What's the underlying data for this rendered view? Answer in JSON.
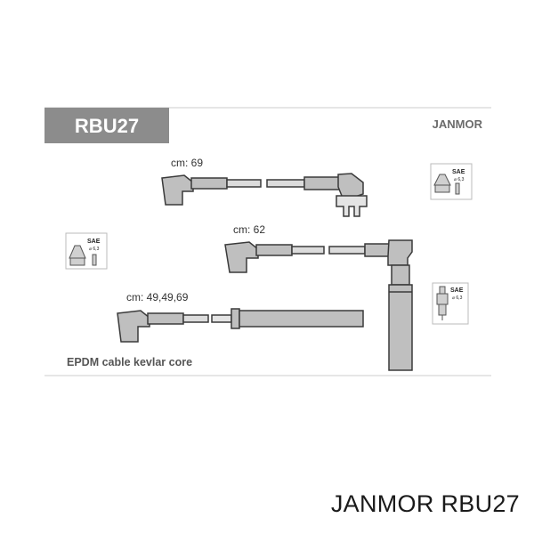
{
  "header": {
    "part_code": "RBU27",
    "brand": "JANMOR"
  },
  "cables": [
    {
      "id": "cable-1",
      "length_label": "cm: 69"
    },
    {
      "id": "cable-2",
      "length_label": "cm: 62"
    },
    {
      "id": "cable-3",
      "length_label": "cm: 49,49,69"
    }
  ],
  "icons": {
    "distributor_cap": {
      "name": "distributor-cap-icon",
      "label": "SAE",
      "sub": "⌀ 6,3"
    },
    "ignition_coil": {
      "name": "ignition-coil-icon",
      "label": "SAE",
      "sub": "⌀ 6,3"
    },
    "spark_plug": {
      "name": "spark-plug-icon",
      "label": "SAE",
      "sub": "⌀ 6,3"
    }
  },
  "description": "EPDM cable kevlar core",
  "footer": {
    "caption": "JANMOR RBU27"
  },
  "colors": {
    "header_box": "#8c8c8c",
    "line": "#3a3a3a",
    "fill": "#bfbfbf",
    "rule": "#cccccc"
  }
}
